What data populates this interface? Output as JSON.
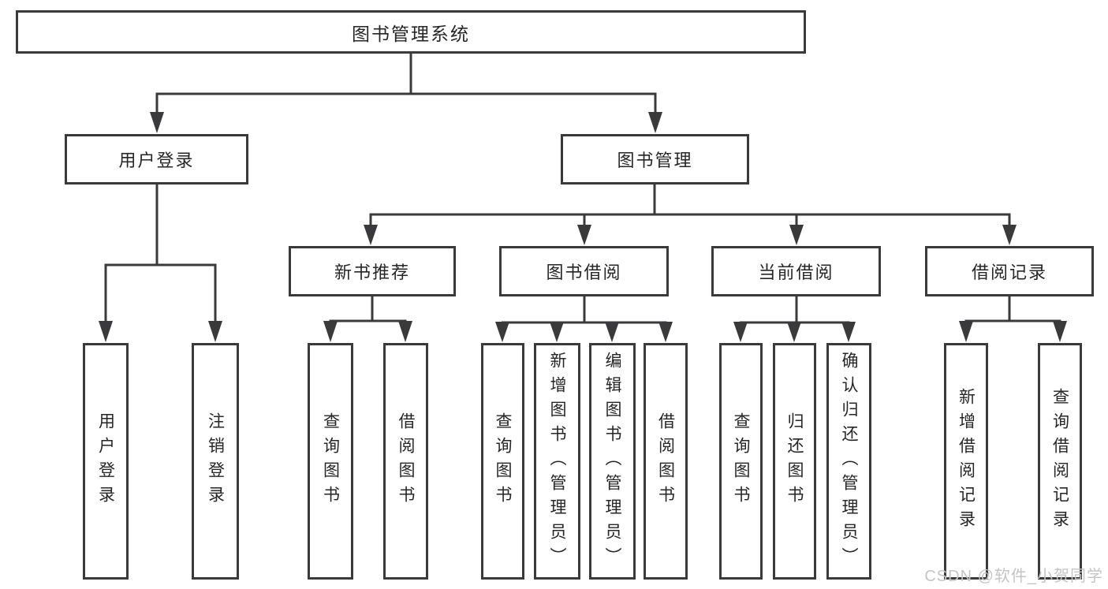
{
  "tree": {
    "label": "图书管理系统",
    "children": [
      {
        "label": "用户登录",
        "children": [
          {
            "label": "用户登录"
          },
          {
            "label": "注销登录"
          }
        ]
      },
      {
        "label": "图书管理",
        "children": [
          {
            "label": "新书推荐",
            "children": [
              {
                "label": "查询图书"
              },
              {
                "label": "借阅图书"
              }
            ]
          },
          {
            "label": "图书借阅",
            "children": [
              {
                "label": "查询图书"
              },
              {
                "label": "新增图书（管理员）"
              },
              {
                "label": "编辑图书（管理员）"
              },
              {
                "label": "借阅图书"
              }
            ]
          },
          {
            "label": "当前借阅",
            "children": [
              {
                "label": "查询图书"
              },
              {
                "label": "归还图书"
              },
              {
                "label": "确认归还（管理员）"
              }
            ]
          },
          {
            "label": "借阅记录",
            "children": [
              {
                "label": "新增借阅记录"
              },
              {
                "label": "查询借阅记录"
              }
            ]
          }
        ]
      }
    ]
  },
  "watermark": {
    "text": "CSDN @软件_小贺同学"
  },
  "colors": {
    "line": "#3a3a3c",
    "text": "#262626",
    "background": "#ffffff",
    "watermark_text": "#c5c5c5"
  }
}
